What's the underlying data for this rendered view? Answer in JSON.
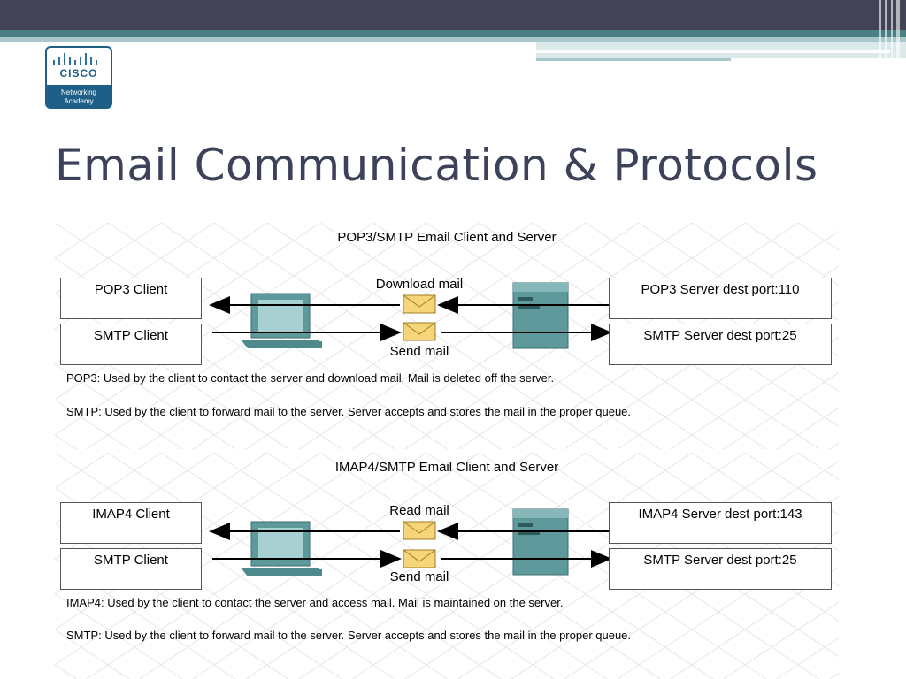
{
  "slide": {
    "title": "Email Communication & Protocols"
  },
  "logo": {
    "brand": "CISCO",
    "line1": "Networking",
    "line2": "Academy"
  },
  "diagrams": [
    {
      "title": "POP3/SMTP Email Client and Server",
      "client_top": "POP3 Client",
      "client_bottom": "SMTP Client",
      "server_top": "POP3 Server dest port:110",
      "server_bottom": "SMTP Server dest port:25",
      "msg_top": "Download mail",
      "msg_bottom": "Send mail",
      "note1": "POP3: Used by the client to contact the server and download mail. Mail is deleted off the server.",
      "note2": "SMTP: Used by the client to forward mail to the server. Server accepts and stores the mail in the proper queue."
    },
    {
      "title": "IMAP4/SMTP Email Client and Server",
      "client_top": "IMAP4 Client",
      "client_bottom": "SMTP Client",
      "server_top": "IMAP4 Server dest port:143",
      "server_bottom": "SMTP Server dest port:25",
      "msg_top": "Read mail",
      "msg_bottom": "Send mail",
      "note1": "IMAP4: Used by the client to contact the server and access mail. Mail is maintained on the server.",
      "note2": "SMTP: Used by the client to forward mail to the server. Server accepts and stores the mail in the proper queue."
    }
  ],
  "icons": {
    "client": "computer-icon",
    "server": "server-tower-icon",
    "message": "envelope-icon"
  },
  "colors": {
    "banner_dark": "#434356",
    "banner_teal": "#4b7f86",
    "title_text": "#3d4159",
    "device_teal": "#5e9a9c",
    "envelope": "#f5d57a"
  }
}
